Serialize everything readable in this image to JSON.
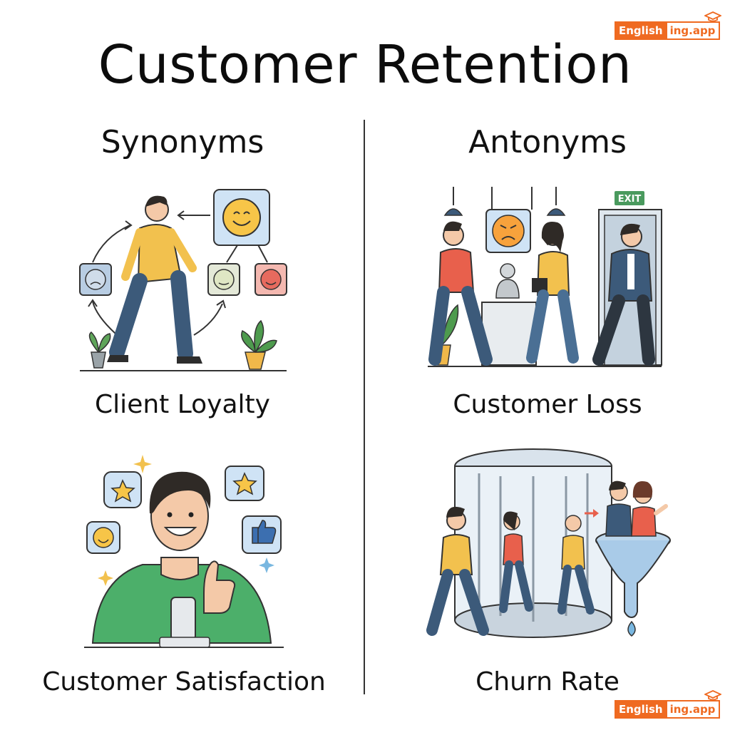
{
  "title": "Customer Retention",
  "columns": {
    "left": {
      "heading": "Synonyms"
    },
    "right": {
      "heading": "Antonyms"
    }
  },
  "terms": {
    "top_left": "Client Loyalty",
    "bottom_left": "Customer Satisfaction",
    "top_right": "Customer Loss",
    "bottom_right": "Churn Rate"
  },
  "exit_sign": "EXIT",
  "brand": {
    "part1": "English",
    "part2": "ing.app"
  },
  "colors": {
    "shirt_yellow": "#f2c14e",
    "shirt_red": "#e8604c",
    "shirt_green": "#4caf6a",
    "pants_blue": "#3c5a7a",
    "brand_orange": "#ef6a21"
  }
}
